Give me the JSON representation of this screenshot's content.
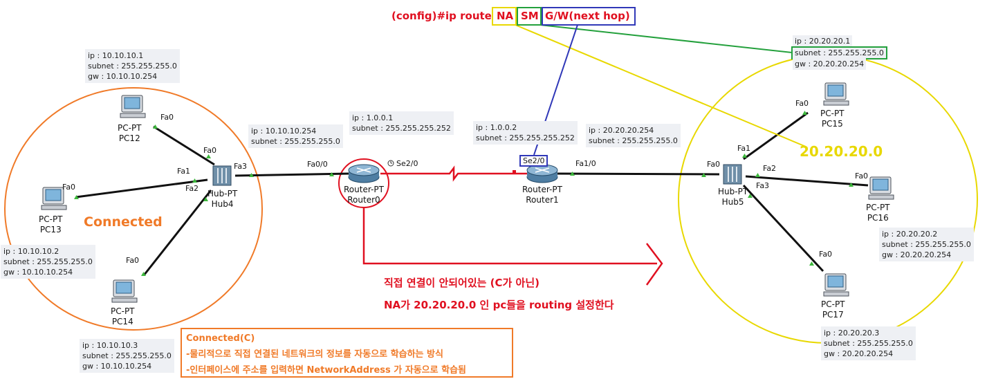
{
  "command": {
    "prefix": "(config)#ip route ",
    "na": "NA",
    "sm": "SM",
    "gw": "G/W(next hop)"
  },
  "pcs": [
    {
      "id": "pc12",
      "type": "PC-PT",
      "name": "PC12",
      "port": "Fa0",
      "info": [
        "ip : 10.10.10.1",
        "subnet : 255.255.255.0",
        "gw : 10.10.10.254"
      ]
    },
    {
      "id": "pc13",
      "type": "PC-PT",
      "name": "PC13",
      "port": "Fa0",
      "info": [
        "ip : 10.10.10.2",
        "subnet : 255.255.255.0",
        "gw : 10.10.10.254"
      ]
    },
    {
      "id": "pc14",
      "type": "PC-PT",
      "name": "PC14",
      "port": "Fa0",
      "info": [
        "ip : 10.10.10.3",
        "subnet : 255.255.255.0",
        "gw : 10.10.10.254"
      ]
    },
    {
      "id": "pc15",
      "type": "PC-PT",
      "name": "PC15",
      "port": "Fa0",
      "info": [
        "ip : 20.20.20.1",
        "subnet : 255.255.255.0",
        "gw : 20.20.20.254"
      ]
    },
    {
      "id": "pc16",
      "type": "PC-PT",
      "name": "PC16",
      "port": "Fa0",
      "info": [
        "ip : 20.20.20.2",
        "subnet : 255.255.255.0",
        "gw : 20.20.20.254"
      ]
    },
    {
      "id": "pc17",
      "type": "PC-PT",
      "name": "PC17",
      "port": "Fa0",
      "info": [
        "ip : 20.20.20.3",
        "subnet : 255.255.255.0",
        "gw : 20.20.20.254"
      ]
    }
  ],
  "hubs": [
    {
      "id": "hub4",
      "type": "Hub-PT",
      "name": "Hub4",
      "ports": [
        "Fa0",
        "Fa1",
        "Fa2",
        "Fa3"
      ]
    },
    {
      "id": "hub5",
      "type": "Hub-PT",
      "name": "Hub5",
      "ports": [
        "Fa0",
        "Fa1",
        "Fa2",
        "Fa3"
      ]
    }
  ],
  "routers": [
    {
      "id": "router0",
      "type": "Router-PT",
      "name": "Router0",
      "ports": [
        "Fa0/0",
        "Se2/0"
      ]
    },
    {
      "id": "router1",
      "type": "Router-PT",
      "name": "Router1",
      "ports": [
        "Se2/0",
        "Fa1/0"
      ]
    }
  ],
  "interfaces": {
    "r0_fa": [
      "ip : 10.10.10.254",
      "subnet : 255.255.255.0"
    ],
    "r0_se": [
      "ip : 1.0.0.1",
      "subnet : 255.255.255.252"
    ],
    "r1_se": [
      "ip : 1.0.0.2",
      "subnet : 255.255.255.252"
    ],
    "r1_fa": [
      "ip : 20.20.20.254",
      "subnet : 255.255.255.0"
    ]
  },
  "labels": {
    "connected": "Connected",
    "network": "20.20.20.0",
    "note_line1": "직접 연결이 안되어있는 (C가 아닌)",
    "note_line2": "NA가 20.20.20.0 인 pc들을 routing 설정한다"
  },
  "connected_box": {
    "title": "Connected(C)",
    "line1": "-물리적으로 직접 연결된 네트워크의 정보를 자동으로 학습하는 방식",
    "line2": "-인터페이스에 주소를 입력하면 NetworkAddress 가  자동으로 학습됨"
  },
  "colors": {
    "connected": "#f07a28",
    "network": "#e8d800",
    "na_box": "#e8d800",
    "sm_box": "#23a03c",
    "gw_box": "#3038b8",
    "arrow": "#e01020",
    "link": "#111111",
    "serial": "#e01020",
    "port_dot": "#3cb83c"
  }
}
